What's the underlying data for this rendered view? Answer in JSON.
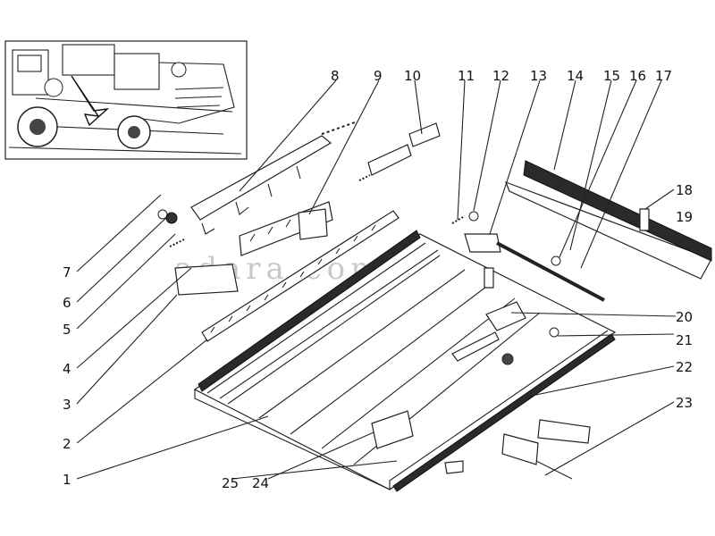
{
  "watermark": "adara.com.ua",
  "callouts": [
    "1",
    "2",
    "3",
    "4",
    "5",
    "6",
    "7",
    "8",
    "9",
    "10",
    "11",
    "12",
    "13",
    "14",
    "15",
    "16",
    "17",
    "18",
    "19",
    "20",
    "21",
    "22",
    "23",
    "24",
    "25"
  ]
}
